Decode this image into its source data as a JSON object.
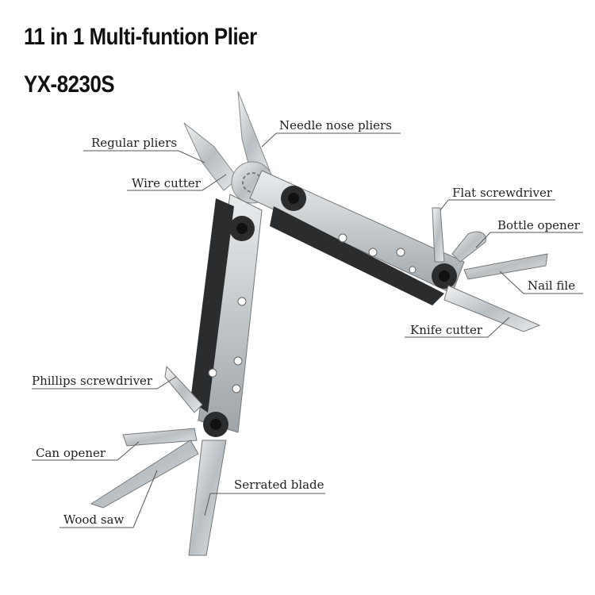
{
  "title": "11 in 1 Multi-funtion Plier",
  "model": "YX-8230S",
  "labels": {
    "needle_nose": "Needle nose pliers",
    "regular": "Regular pliers",
    "wire_cutter": "Wire cutter",
    "flat_screwdriver": "Flat screwdriver",
    "bottle_opener": "Bottle opener",
    "nail_file": "Nail file",
    "knife_cutter": "Knife cutter",
    "phillips": "Phillips screwdriver",
    "can_opener": "Can opener",
    "serrated": "Serrated blade",
    "wood_saw": "Wood saw"
  },
  "colors": {
    "steel": "#cfd3d6",
    "dark": "#2a2c2e",
    "line": "#555555"
  }
}
